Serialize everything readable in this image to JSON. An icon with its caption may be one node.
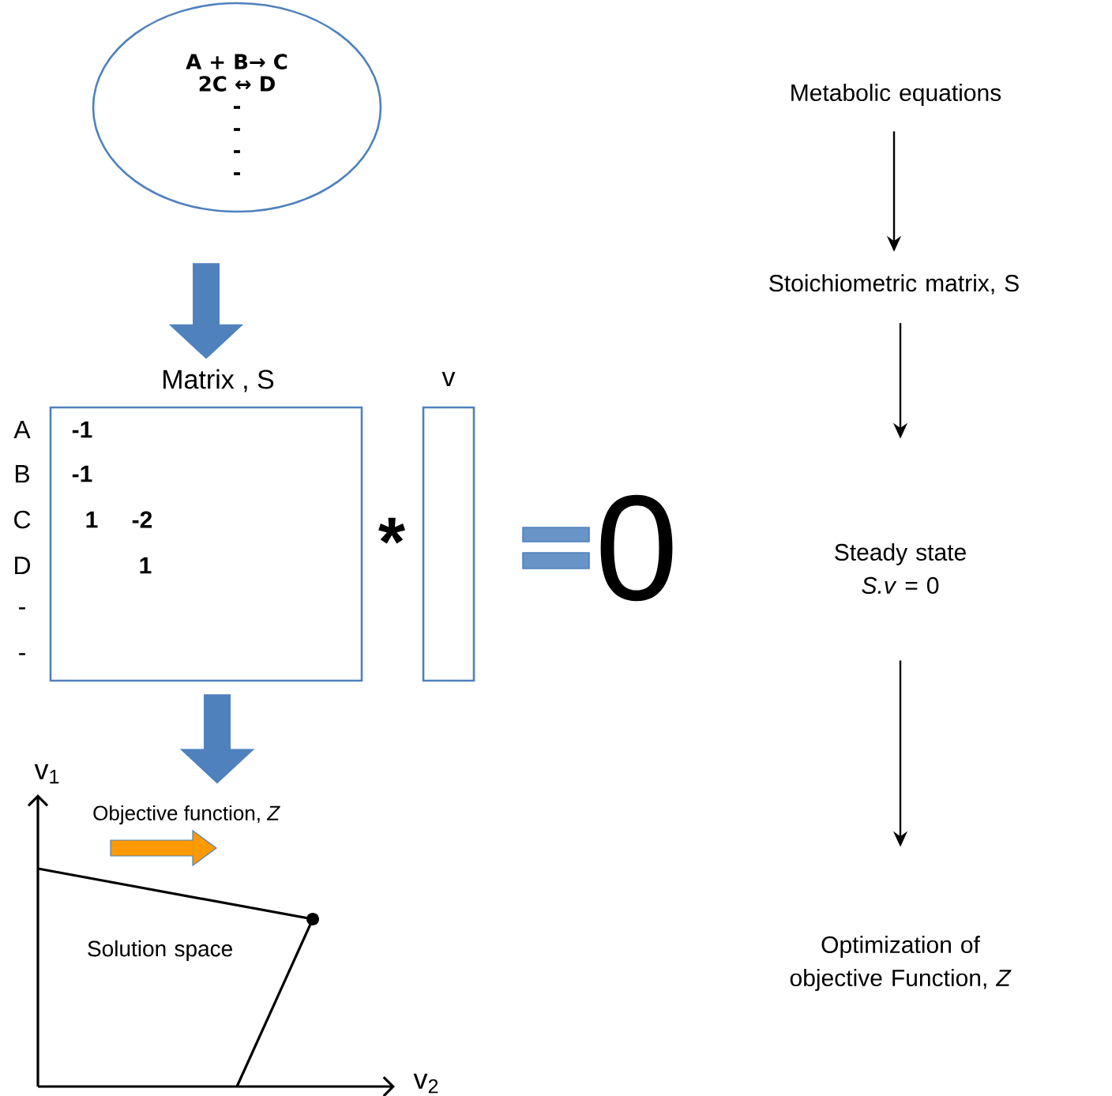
{
  "diagram": {
    "nodes": [
      {
        "text": [
          "A + B→ C",
          "2C ↔ D",
          "-",
          "-",
          "-",
          "-"
        ]
      },
      {
        "text": [
          "Matrix , S"
        ]
      },
      {
        "text": [
          "v"
        ]
      },
      {
        "text": [
          "Solution space"
        ]
      },
      {
        "text": [
          "Metabolic equations"
        ]
      },
      {
        "text": [
          "Stoichiometric matrix, S"
        ]
      },
      {
        "text": [
          "Steady state",
          "*S.v* = 0"
        ]
      },
      {
        "text": [
          "Optimization of objective Function, *Z*"
        ]
      }
    ],
    "edges": [
      {
        "from": 0,
        "to": 1,
        "arrow": "to",
        "style": "thick",
        "color": "#4f81bd"
      },
      {
        "from": 1,
        "to": 3,
        "arrow": "to",
        "style": "thick",
        "color": "#4f81bd"
      },
      {
        "from": 4,
        "to": 5,
        "arrow": "to"
      },
      {
        "from": 5,
        "to": 6,
        "arrow": "to"
      },
      {
        "from": 6,
        "to": 7,
        "arrow": "to"
      }
    ],
    "labels": [
      "A",
      "-1",
      "B",
      "-1",
      "C",
      "1",
      "-2",
      "D",
      "1",
      "-",
      "-",
      "*",
      "0",
      "v$_{1}$",
      "Objective function, *Z*",
      "v$_{2}$"
    ]
  }
}
